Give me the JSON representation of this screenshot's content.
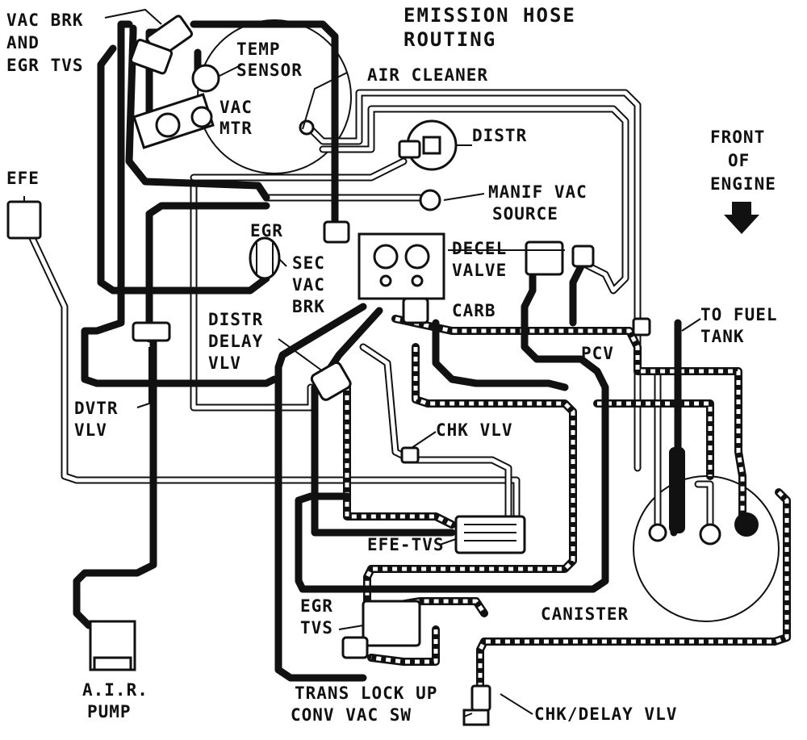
{
  "title": {
    "line1": "EMISSION HOSE",
    "line2": "ROUTING"
  },
  "labels": {
    "vac_brk_egr_tvs": [
      "VAC BRK",
      "AND",
      "EGR TVS"
    ],
    "temp_sensor": [
      "TEMP",
      "SENSOR"
    ],
    "vac_mtr": [
      "VAC",
      "MTR"
    ],
    "air_cleaner": "AIR CLEANER",
    "distr": "DISTR",
    "front_of_engine": [
      "FRONT",
      "OF",
      "ENGINE"
    ],
    "efe": "EFE",
    "manif_vac_source": [
      "MANIF VAC",
      "SOURCE"
    ],
    "egr": "EGR",
    "sec_vac_brk": [
      "SEC",
      "VAC",
      "BRK"
    ],
    "decel_valve": [
      "DECEL",
      "VALVE"
    ],
    "distr_delay_vlv": [
      "DISTR",
      "DELAY",
      "VLV"
    ],
    "carb": "CARB",
    "to_fuel_tank": [
      "TO FUEL",
      "TANK"
    ],
    "pcv": "PCV",
    "dvtr_vlv": [
      "DVTR",
      "VLV"
    ],
    "chk_vlv": "CHK VLV",
    "efe_tvs": "EFE-TVS",
    "egr_tvs": [
      "EGR",
      "TVS"
    ],
    "canister": "CANISTER",
    "air_pump": [
      "A.I.R.",
      "PUMP"
    ],
    "trans_lock_up": [
      "TRANS LOCK UP",
      "CONV VAC SW"
    ],
    "chk_delay_vlv": "CHK/DELAY VLV"
  },
  "colors": {
    "ink": "#111111",
    "paper": "#ffffff"
  },
  "icons": {
    "front_arrow": "down-arrow-icon"
  }
}
